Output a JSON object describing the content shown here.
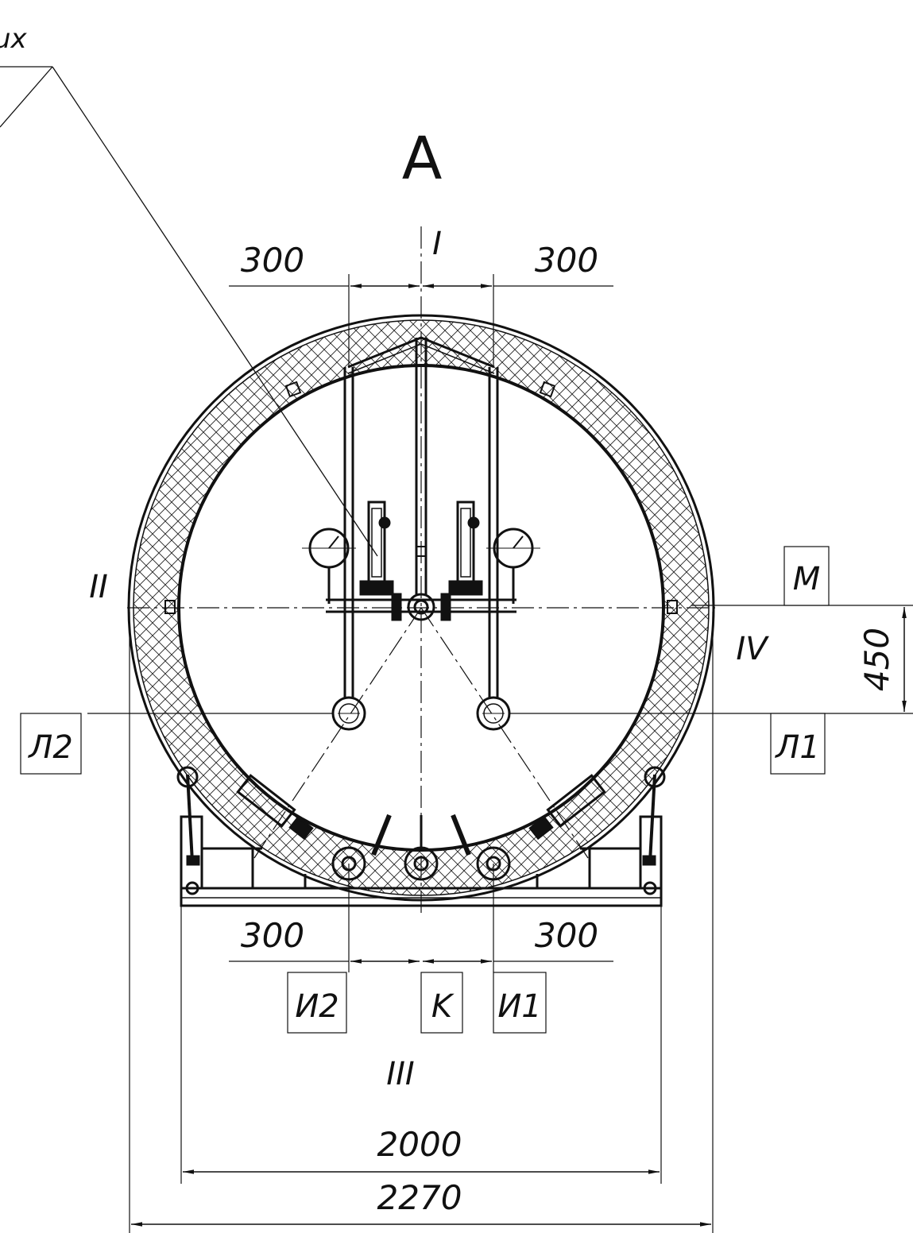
{
  "view_label": "A",
  "corner_text": "ux",
  "axis_labels": {
    "top": "I",
    "left": "II",
    "bottom": "III",
    "right": "IV"
  },
  "dimensions": {
    "top_left": "300",
    "top_right": "300",
    "bottom_left": "300",
    "bottom_right": "300",
    "vertical": "450",
    "inner_width": "2000",
    "outer_width": "2270"
  },
  "callouts": {
    "m": "M",
    "l1": "Л1",
    "l2": "Л2",
    "i1": "И1",
    "i2": "И2",
    "k": "K"
  },
  "colors": {
    "line": "#111111",
    "background": "#ffffff"
  }
}
